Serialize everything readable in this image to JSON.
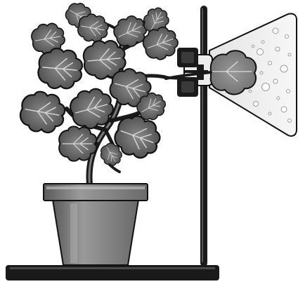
{
  "figure": {
    "elements": [
      "plant-in-pot",
      "retort-stand",
      "clamp",
      "conical-flask",
      "enclosed-leaf",
      "gas-bubbles"
    ]
  }
}
